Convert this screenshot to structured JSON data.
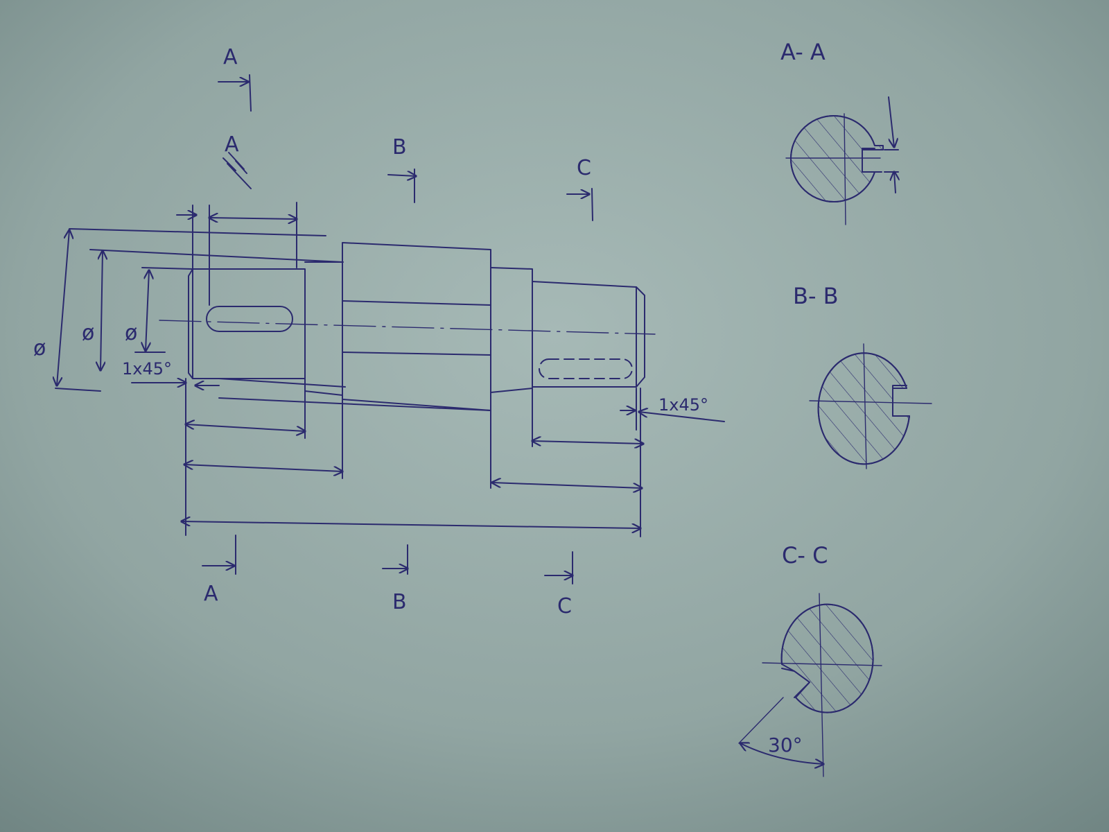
{
  "colors": {
    "paper_light": "#9fb2af",
    "paper_dark": "#6f8482",
    "ink": "#2b2a6e"
  },
  "labels": {
    "cut_a_top": "A",
    "cut_a_top2": "A",
    "cut_b_top": "B",
    "cut_c_top": "C",
    "cut_a_bottom": "A",
    "cut_b_bottom": "B",
    "cut_c_bottom": "C",
    "dia_outer": "ø",
    "dia_mid": "ø",
    "dia_inner": "ø",
    "chamfer_left": "1x45°",
    "chamfer_right": "1x45°"
  },
  "sections": {
    "aa_title": "A- A",
    "bb_title": "B- B",
    "cc_title": "C- C",
    "cc_angle": "30°"
  }
}
